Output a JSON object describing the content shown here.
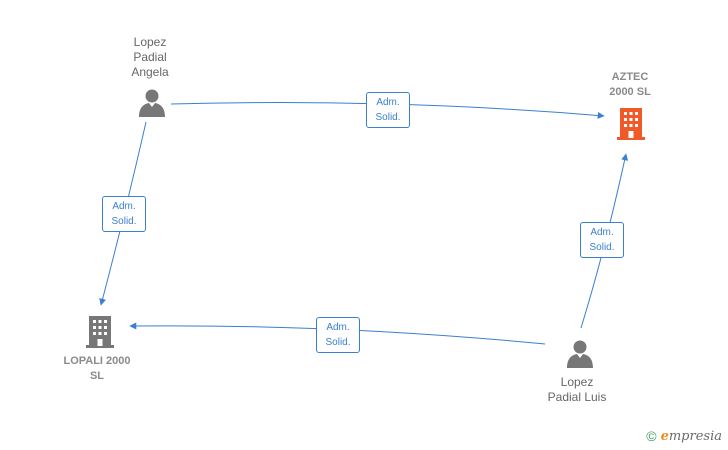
{
  "nodes": {
    "lopez_padial_angela": {
      "label": "Lopez\nPadial\nAngela",
      "type": "person",
      "color": "#777777"
    },
    "aztec_2000_sl": {
      "label": "AZTEC\n2000  SL",
      "type": "company",
      "color": "#f05a28"
    },
    "lopali_2000_sl": {
      "label": "LOPALI 2000\nSL",
      "type": "company",
      "color": "#777777"
    },
    "lopez_padial_luis": {
      "label": "Lopez\nPadial Luis",
      "type": "person",
      "color": "#777777"
    }
  },
  "edges": [
    {
      "from": "lopez_padial_angela",
      "to": "aztec_2000_sl",
      "line1": "Adm.",
      "line2": "Solid."
    },
    {
      "from": "lopez_padial_angela",
      "to": "lopali_2000_sl",
      "line1": "Adm.",
      "line2": "Solid."
    },
    {
      "from": "lopez_padial_luis",
      "to": "aztec_2000_sl",
      "line1": "Adm.",
      "line2": "Solid."
    },
    {
      "from": "lopez_padial_luis",
      "to": "lopali_2000_sl",
      "line1": "Adm.",
      "line2": "Solid."
    }
  ],
  "edge_color": "#3a7fd0",
  "brand": {
    "copyright": "©",
    "initial": "e",
    "name": "mpresia"
  }
}
